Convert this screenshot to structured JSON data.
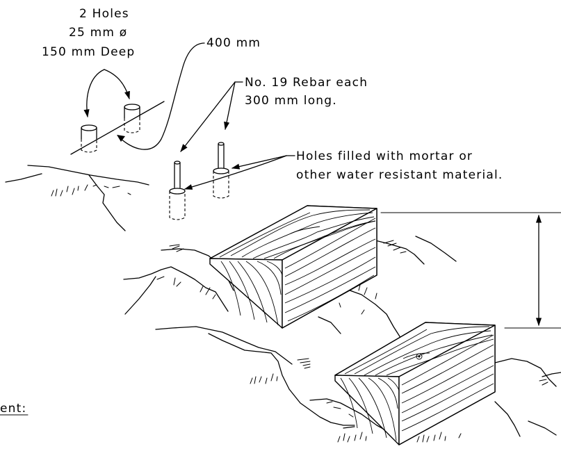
{
  "labels": {
    "holes_line1": "2 Holes",
    "holes_line2": "25 mm ø",
    "holes_line3": "150 mm Deep",
    "spacing": "400 mm",
    "rebar_line1": "No. 19 Rebar each",
    "rebar_line2": "300 mm long.",
    "filled_line1": "Holes filled with mortar or",
    "filled_line2": "other water resistant material.",
    "cutoff_label": "ent:"
  }
}
